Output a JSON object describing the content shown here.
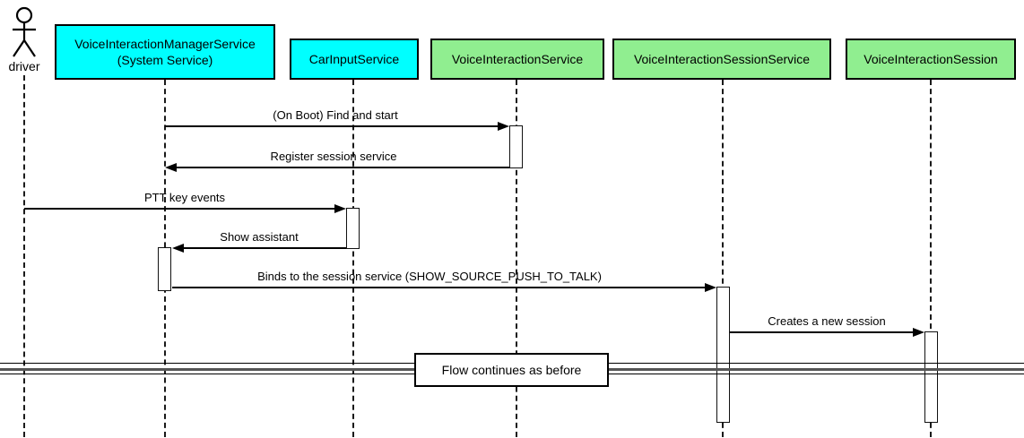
{
  "colors": {
    "cyan": "#00FFFF",
    "green": "#90EE90",
    "line": "#000000",
    "background": "#FFFFFF"
  },
  "actor": {
    "name": "driver"
  },
  "participants": [
    {
      "name": "VoiceInteractionManagerService",
      "sublabel": "(System Service)",
      "color": "#00FFFF"
    },
    {
      "name": "CarInputService",
      "color": "#00FFFF"
    },
    {
      "name": "VoiceInteractionService",
      "color": "#90EE90"
    },
    {
      "name": "VoiceInteractionSessionService",
      "color": "#90EE90"
    },
    {
      "name": "VoiceInteractionSession",
      "color": "#90EE90"
    }
  ],
  "messages": [
    {
      "label": "(On Boot) Find and start",
      "from": "VoiceInteractionManagerService",
      "to": "VoiceInteractionService",
      "direction": "right"
    },
    {
      "label": "Register session service",
      "from": "VoiceInteractionService",
      "to": "VoiceInteractionManagerService",
      "direction": "left"
    },
    {
      "label": "PTT key events",
      "from": "driver",
      "to": "CarInputService",
      "direction": "right"
    },
    {
      "label": "Show assistant",
      "from": "CarInputService",
      "to": "VoiceInteractionManagerService",
      "direction": "left"
    },
    {
      "label": "Binds to the session service (SHOW_SOURCE_PUSH_TO_TALK)",
      "from": "VoiceInteractionManagerService",
      "to": "VoiceInteractionSessionService",
      "direction": "right"
    },
    {
      "label": "Creates a new session",
      "from": "VoiceInteractionSessionService",
      "to": "VoiceInteractionSession",
      "direction": "right"
    }
  ],
  "divider": {
    "label": "Flow continues as before"
  }
}
